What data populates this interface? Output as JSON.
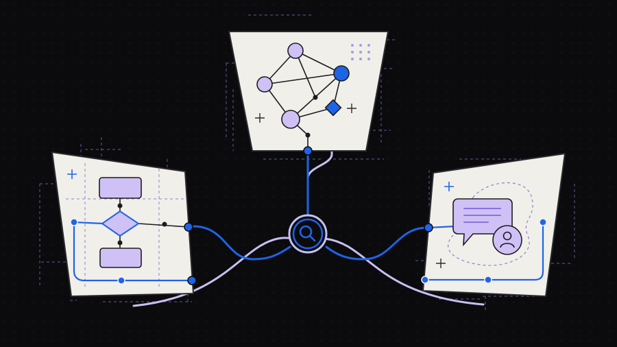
{
  "palette": {
    "background": "#0b0b0e",
    "panel": "#f1efe9",
    "panel_outline": "#2a2a2e",
    "accent_blue": "#1f63e6",
    "node_lavender": "#cfc1f5",
    "connector_lavender": "#c8bff0",
    "guide_dashed": "#8a7fd6",
    "ink": "#1b1b1f"
  },
  "panels": {
    "top": {
      "content": "network-graph",
      "icons": [
        "dot-grid-icon",
        "plus-icon",
        "plus-icon"
      ]
    },
    "left": {
      "content": "flowchart",
      "icons": [
        "plus-icon"
      ]
    },
    "right": {
      "content": "chat-message",
      "icons": [
        "plus-icon",
        "plus-icon",
        "user-avatar-icon"
      ]
    }
  },
  "hub": {
    "icon": "search-icon"
  }
}
